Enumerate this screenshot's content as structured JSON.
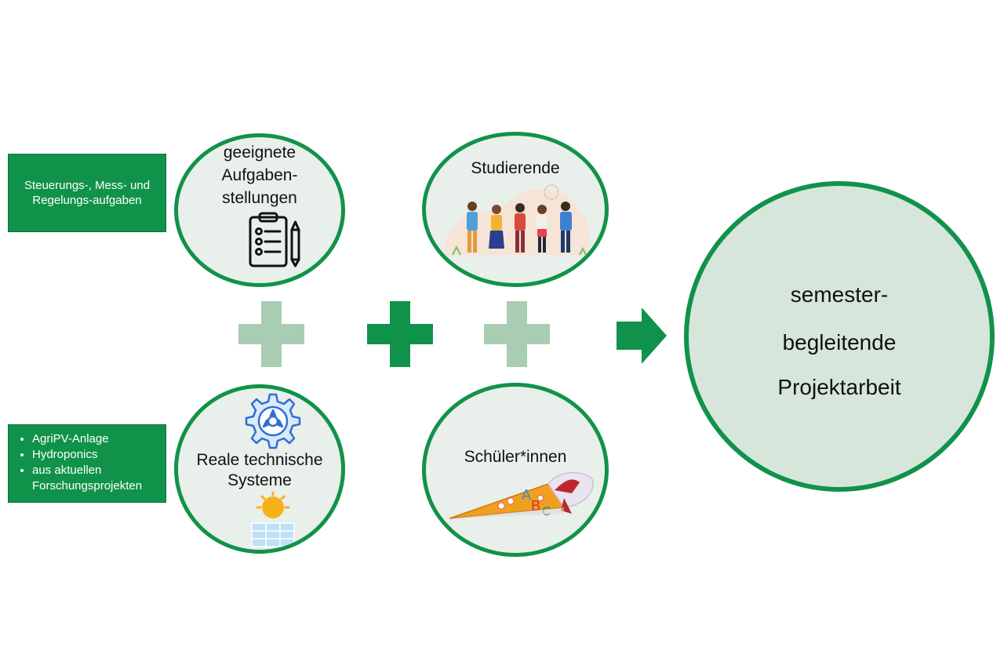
{
  "left_boxes": {
    "top_text": "Steuerungs-, Mess- und Regelungs-aufgaben",
    "bottom_items": [
      "AgriPV-Anlage",
      "Hydroponics",
      "aus aktuellen Forschungsprojekten"
    ]
  },
  "circles": {
    "tasks": {
      "lines": [
        "geeignete",
        "Aufgaben-",
        "stellungen"
      ]
    },
    "students": {
      "label": "Studierende"
    },
    "systems": {
      "lines": [
        "Reale technische",
        "Systeme"
      ]
    },
    "pupils": {
      "label": "Schüler*innen",
      "cone_letters": [
        "A",
        "B",
        "C"
      ]
    },
    "result": {
      "lines": [
        "semester-",
        "begleitende",
        "Projektarbeit"
      ]
    }
  },
  "colors": {
    "primary_green": "#11924a",
    "light_green": "#a9cdb2",
    "circle_fill": "#e9efea",
    "result_fill": "#d7e6da"
  },
  "icons": [
    "clipboard-icon",
    "people-icon",
    "gear-icon",
    "solar-panel-icon",
    "school-cone-icon",
    "plus-icon",
    "arrow-right-icon"
  ]
}
